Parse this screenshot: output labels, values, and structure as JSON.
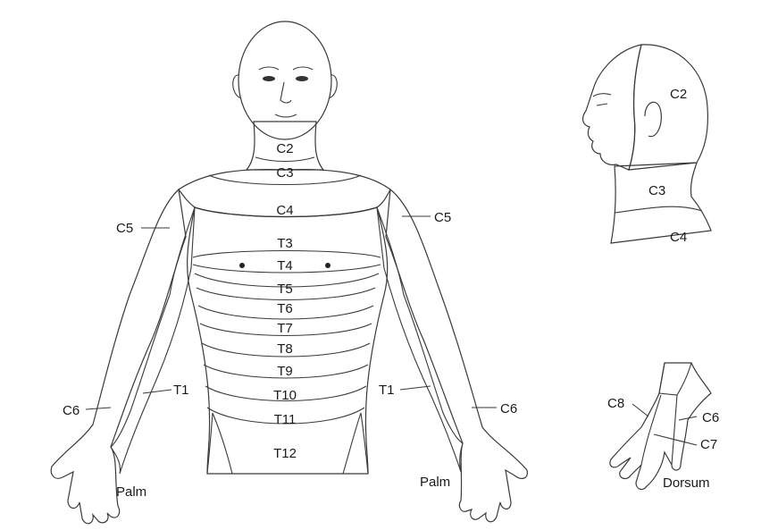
{
  "colors": {
    "cervical": "#e3eed9",
    "thoracic": "#c9dff4",
    "lumbar": "#f6d0e0",
    "skin": "#ffffff",
    "outline": "#3a3a3a"
  },
  "front_view": {
    "labels": {
      "c2": "C2",
      "c3": "C3",
      "c4": "C4",
      "c5_left": "C5",
      "c5_right": "C5",
      "c6_left": "C6",
      "c6_right": "C6",
      "t1_left": "T1",
      "t1_right": "T1",
      "t3": "T3",
      "t4": "T4",
      "t5": "T5",
      "t6": "T6",
      "t7": "T7",
      "t8": "T8",
      "t9": "T9",
      "t10": "T10",
      "t11": "T11",
      "t12": "T12",
      "palm_left": "Palm",
      "palm_right": "Palm"
    }
  },
  "side_head_view": {
    "labels": {
      "c2": "C2",
      "c3": "C3",
      "c4": "C4"
    }
  },
  "hand_dorsum_view": {
    "labels": {
      "c8": "C8",
      "c6": "C6",
      "c7": "C7",
      "dorsum": "Dorsum"
    }
  }
}
